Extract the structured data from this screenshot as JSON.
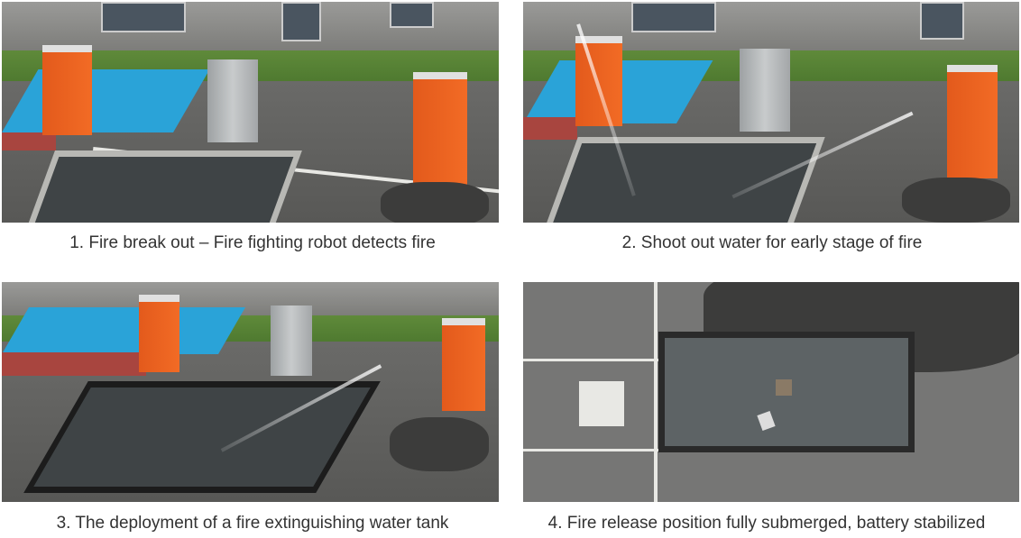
{
  "panels": [
    {
      "caption": "1. Fire break out – Fire fighting robot detects fire"
    },
    {
      "caption": "2. Shoot out water for early stage of fire"
    },
    {
      "caption": "3. The deployment of a fire extinguishing water tank"
    },
    {
      "caption": "4. Fire release position fully submerged, battery stabilized"
    }
  ]
}
